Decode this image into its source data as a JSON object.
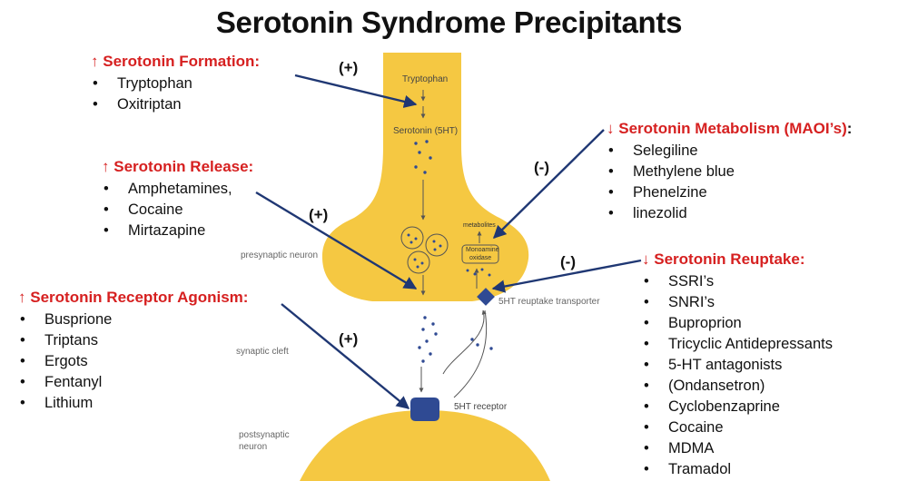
{
  "title": "Serotonin Syndrome Precipitants",
  "colors": {
    "synapse_fill": "#f5c842",
    "receptor": "#2f4a93",
    "heading_red": "#d62020",
    "dots": "#2f4a93",
    "pointer_arrows": "#1f3773"
  },
  "groups": {
    "formation": {
      "arrow": "↑",
      "heading": "Serotonin Formation:",
      "items": [
        "Tryptophan",
        "Oxitriptan"
      ]
    },
    "release": {
      "arrow": "↑",
      "heading": "Serotonin Release:",
      "items": [
        "Amphetamines,",
        "Cocaine",
        "Mirtazapine"
      ]
    },
    "agonism": {
      "arrow": "↑",
      "heading": "Serotonin Receptor Agonism:",
      "items": [
        "Busprione",
        "Triptans",
        "Ergots",
        "Fentanyl",
        "Lithium"
      ]
    },
    "metabolism": {
      "arrow": "↓",
      "heading": "Serotonin Metabolism (MAOI’s)",
      "suffix": ":",
      "items": [
        "Selegiline",
        "Methylene blue",
        "Phenelzine",
        "linezolid"
      ]
    },
    "reuptake": {
      "arrow": "↓",
      "heading": "Serotonin Reuptake:",
      "items": [
        "SSRI’s",
        "SNRI’s",
        "Buproprion",
        "Tricyclic Antidepressants",
        "5-HT antagonists",
        "(Ondansetron)",
        "Cyclobenzaprine",
        "Cocaine",
        "MDMA",
        "Tramadol"
      ]
    }
  },
  "signs": {
    "formation": "(+)",
    "release": "(+)",
    "agonism": "(+)",
    "metabolism": "(-)",
    "reuptake": "(-)"
  },
  "diagram": {
    "tryptophan": "Tryptophan",
    "serotonin": "Serotonin (5HT)",
    "presynaptic": "presynaptic neuron",
    "synaptic_cleft": "synaptic cleft",
    "postsynaptic_line1": "postsynaptic",
    "postsynaptic_line2": "neuron",
    "reuptake_transporter": "5HT reuptake transporter",
    "receptor": "5HT receptor",
    "metabolites": "metabolites",
    "mao_line1": "Monoamine",
    "mao_line2": "oxidase"
  },
  "icons": [
    "up-arrow-icon",
    "down-arrow-icon",
    "pointer-arrow-icon",
    "vesicle-icon"
  ]
}
